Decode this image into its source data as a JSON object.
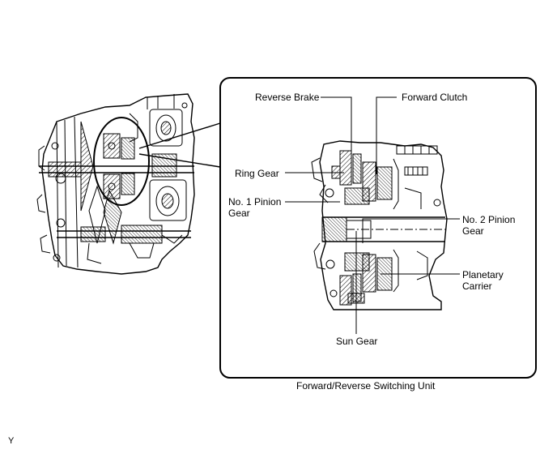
{
  "diagram": {
    "caption": "Forward/Reverse Switching Unit",
    "corner_code": "Y",
    "callouts": {
      "reverse_brake": "Reverse Brake",
      "forward_clutch": "Forward Clutch",
      "ring_gear": "Ring Gear",
      "no1_pinion_line1": "No. 1 Pinion",
      "no1_pinion_line2": "Gear",
      "no2_pinion_line1": "No. 2 Pinion",
      "no2_pinion_line2": "Gear",
      "planetary_line1": "Planetary",
      "planetary_line2": "Carrier",
      "sun_gear": "Sun Gear"
    }
  }
}
